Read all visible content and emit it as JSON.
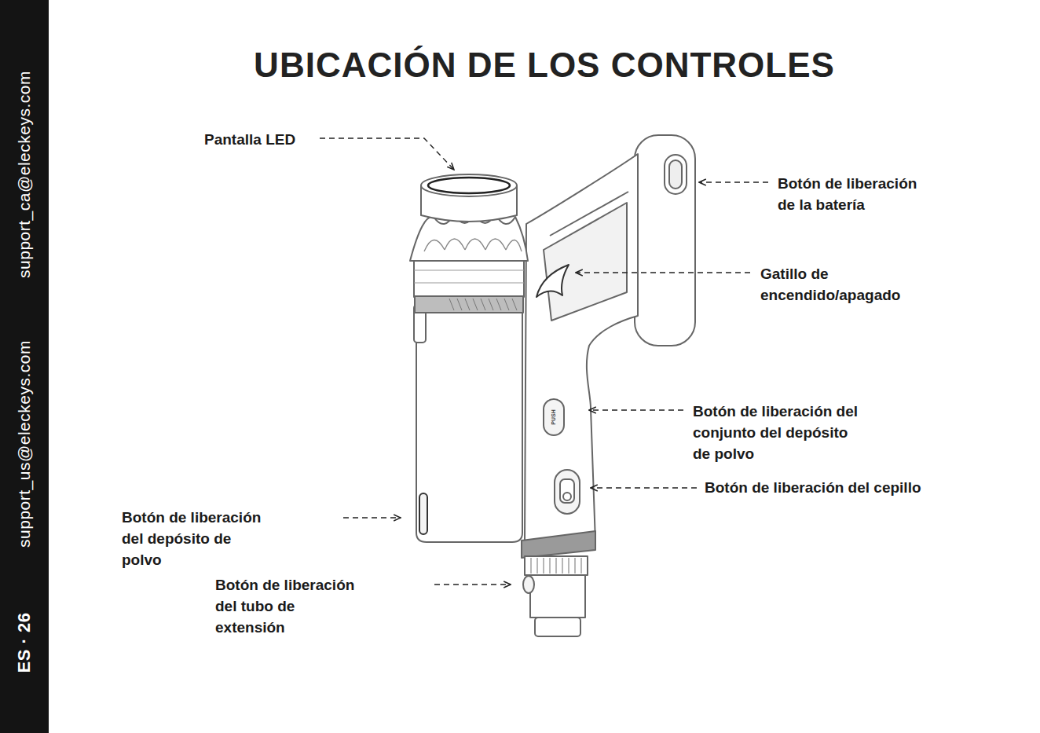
{
  "diagram": {
    "title": "UBICACIÓN DE LOS CONTROLES",
    "nodes": [
      {
        "text": [
          "ES · 26",
          "support_us@eleckeys.com",
          "support_ca@eleckeys.com"
        ]
      }
    ],
    "labels": [
      "Pantalla LED",
      "Botón de liberación de la batería",
      "Gatillo de encendido/apagado",
      "Botón de liberación del conjunto del depósito de polvo",
      "Botón de liberación del cepillo",
      "Botón de liberación del depósito de polvo",
      "Botón de liberación del tubo de extensión",
      "PUSH"
    ]
  }
}
